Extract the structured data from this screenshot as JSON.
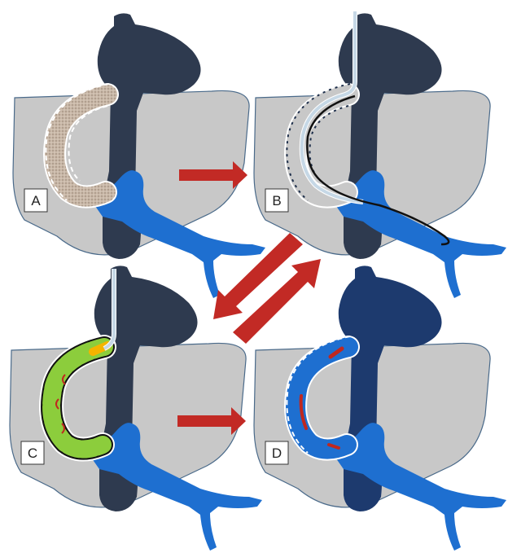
{
  "panels": [
    {
      "id": "A",
      "label": "A"
    },
    {
      "id": "B",
      "label": "B"
    },
    {
      "id": "C",
      "label": "C"
    },
    {
      "id": "D",
      "label": "D"
    }
  ],
  "colors": {
    "liver": "#c8c8c8",
    "liver_outline": "#4a6a8a",
    "ivc_dark": "#2e3a4f",
    "ivc_filled": "#1d3a6e",
    "portal_vein": "#1e6fd0",
    "clot": "#c9b8a8",
    "catheter": "#c6d8e6",
    "wire": "#111111",
    "mesh_green": "#8ccd3c",
    "stent_yellow": "#f4b400",
    "flow_red": "#c0281f",
    "arrow_red": "#c22a25",
    "dash_white": "#ffffff"
  },
  "icons": [
    "arrow-right-icon",
    "arrow-down-left-icon",
    "arrow-up-right-icon"
  ]
}
